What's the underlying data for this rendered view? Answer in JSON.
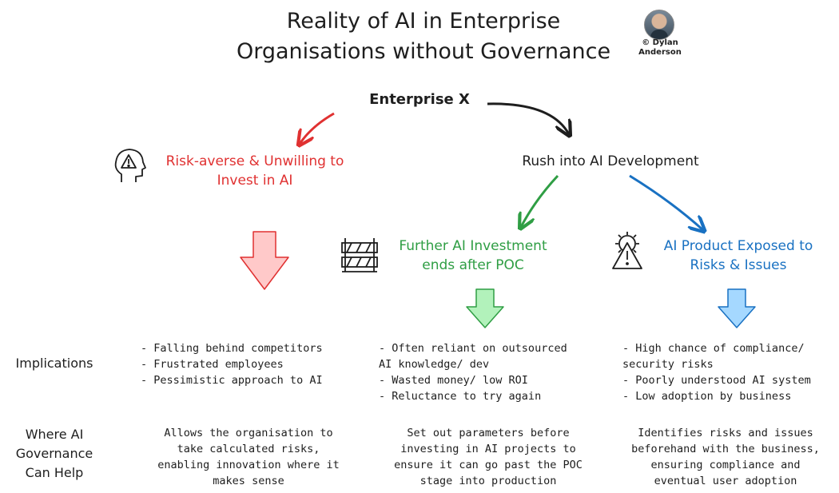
{
  "title": {
    "line1": "Reality of AI in Enterprise",
    "line2": "Organisations without Governance"
  },
  "credit": {
    "line1": "© Dylan",
    "line2": "Anderson"
  },
  "root": {
    "label": "Enterprise X"
  },
  "branch_left": {
    "line1": "Risk-averse & Unwilling to",
    "line2": "Invest in AI",
    "color": "#e03131"
  },
  "branch_right": {
    "label": "Rush into AI Development"
  },
  "branch_mid": {
    "line1": "Further AI Investment",
    "line2": "ends after POC",
    "color": "#2f9e44"
  },
  "branch_blue": {
    "line1": "AI Product Exposed to",
    "line2": "Risks & Issues",
    "color": "#1971c2"
  },
  "row_labels": {
    "implications": "Implications",
    "governance": [
      "Where AI",
      "Governance",
      "Can Help"
    ]
  },
  "implications": {
    "col1": [
      "- Falling behind competitors",
      "- Frustrated employees",
      "- Pessimistic approach to AI"
    ],
    "col2": [
      "- Often reliant on outsourced",
      "AI knowledge/ dev",
      "- Wasted money/ low ROI",
      "- Reluctance to try again"
    ],
    "col3": [
      "- High chance of compliance/",
      "security risks",
      "- Poorly understood AI system",
      "- Low adoption by business"
    ]
  },
  "governance": {
    "col1": [
      "Allows the organisation to",
      "take calculated risks,",
      "enabling innovation where it",
      "makes sense"
    ],
    "col2": [
      "Set out parameters before",
      "investing in AI projects to",
      "ensure it can go past the POC",
      "stage into production"
    ],
    "col3": [
      "Identifies risks and issues",
      "beforehand with the business,",
      "ensuring compliance and",
      "eventual user adoption"
    ]
  },
  "icons": [
    "head-warning-icon",
    "barrier-icon",
    "warning-gear-icon"
  ],
  "colors": {
    "red_fill": "#ffc9c9",
    "red_stroke": "#e03131",
    "green_fill": "#b2f2bb",
    "green_stroke": "#2f9e44",
    "blue_fill": "#a5d8ff",
    "blue_stroke": "#1971c2"
  }
}
